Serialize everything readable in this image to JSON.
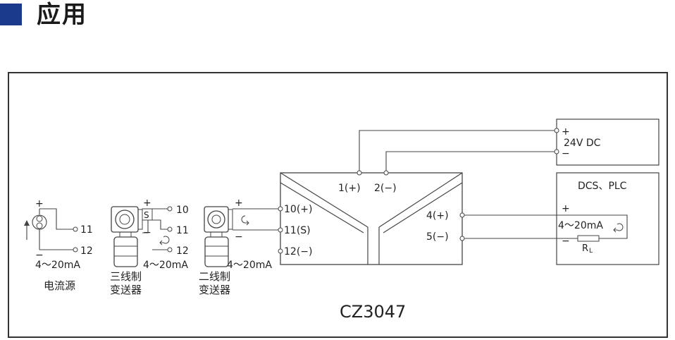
{
  "header": {
    "title": "应用"
  },
  "diagram": {
    "model": "CZ3047",
    "module_terminals": {
      "t1": "1(+)",
      "t2": "2(−)",
      "t4": "4(+)",
      "t5": "5(−)",
      "t10": "10(+)",
      "t11": "11(S)",
      "t12": "12(−)"
    },
    "power_supply": {
      "plus": "+",
      "label": "24V DC",
      "minus": "−"
    },
    "dcs": {
      "title": "DCS、PLC",
      "plus": "+",
      "signal": "4～20mA",
      "minus": "−",
      "resistor_main": "R",
      "resistor_sub": "L"
    },
    "current_source": {
      "plus": "+",
      "minus": "−",
      "t11": "11",
      "t12": "12",
      "signal": "4～20mA",
      "name": "电流源"
    },
    "three_wire": {
      "plus": "+",
      "s": "S",
      "minus": "−",
      "t10": "10",
      "t11": "11",
      "t12": "12",
      "signal": "4～20mA",
      "name_line1": "三线制",
      "name_line2": "变送器"
    },
    "two_wire": {
      "plus": "+",
      "minus": "−",
      "signal": "4～20mA",
      "name_line1": "二线制",
      "name_line2": "变送器"
    }
  }
}
